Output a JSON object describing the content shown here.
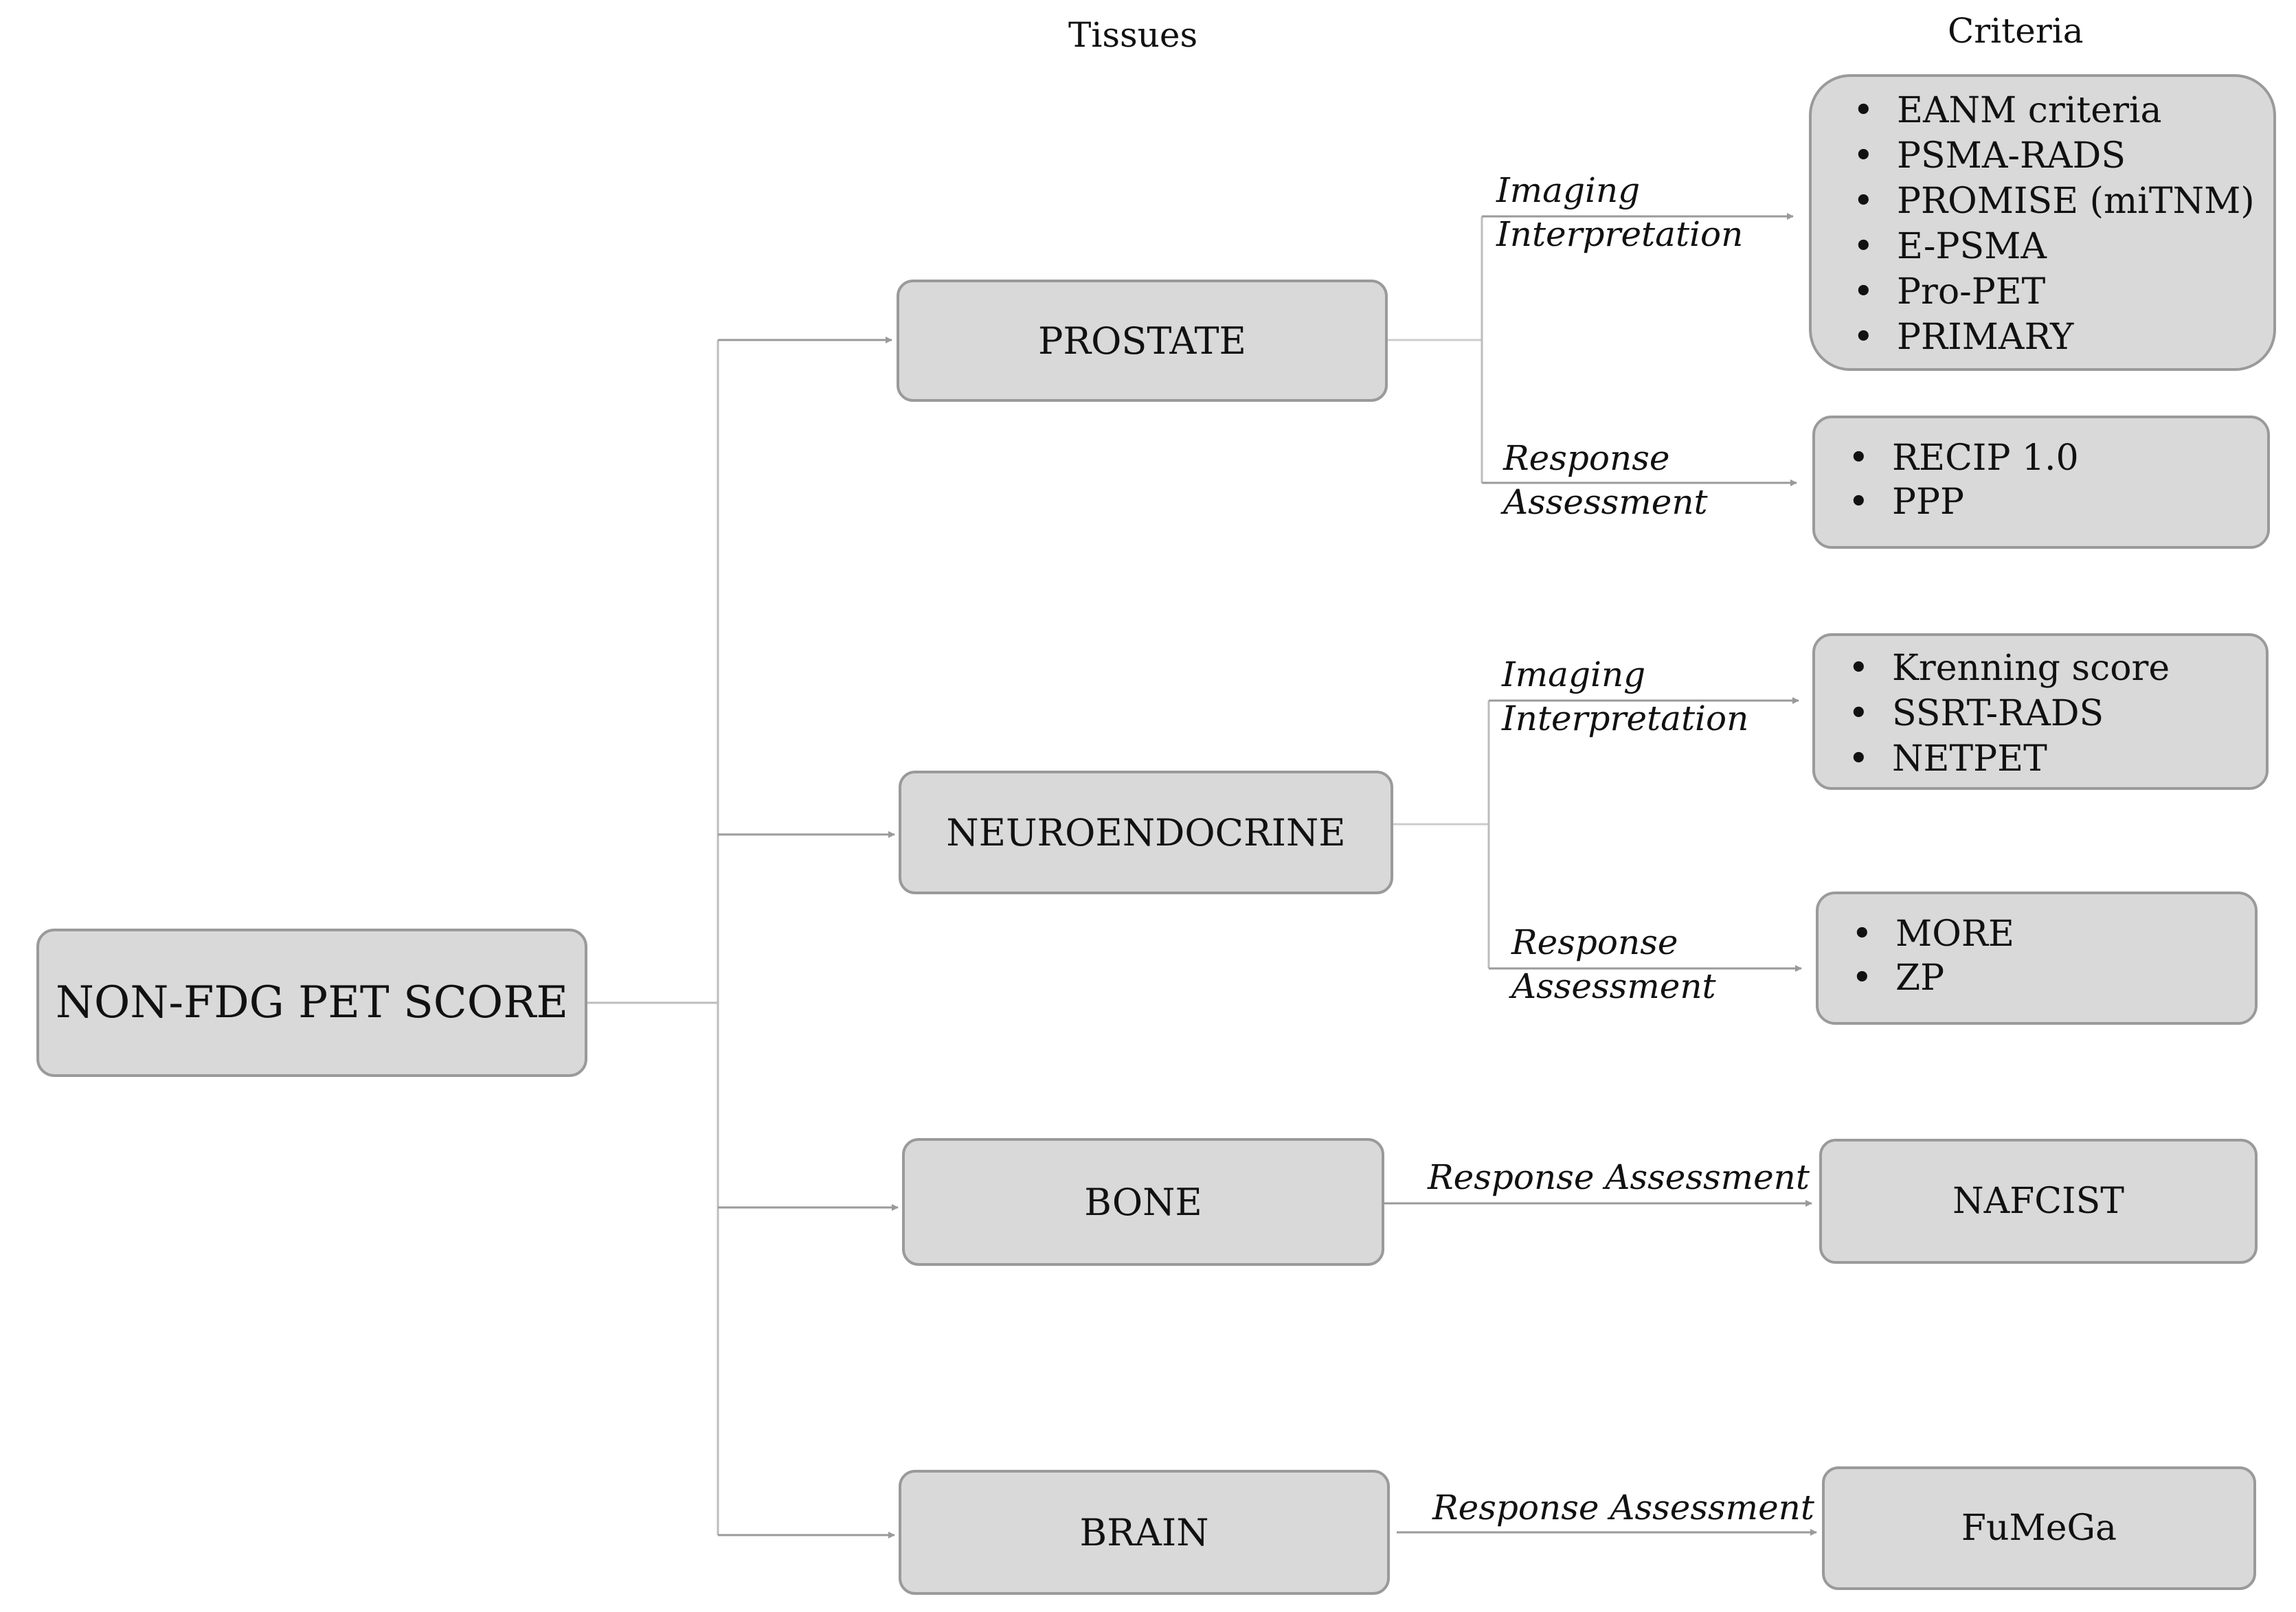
{
  "headers": {
    "tissues": "Tissues",
    "criteria": "Criteria"
  },
  "root": {
    "label": "NON-FDG PET SCORE"
  },
  "tissues": [
    {
      "label": "PROSTATE"
    },
    {
      "label": "NEUROENDOCRINE"
    },
    {
      "label": "BONE"
    },
    {
      "label": "BRAIN"
    }
  ],
  "assessments": {
    "prostate_imaging": [
      "Imaging",
      "Interpretation"
    ],
    "prostate_response": [
      "Response",
      "Assessment"
    ],
    "neuro_imaging": [
      "Imaging",
      "Interpretation"
    ],
    "neuro_response": [
      "Response",
      "Assessment"
    ],
    "bone_response": "Response Assessment",
    "brain_response": "Response Assessment"
  },
  "criteria": {
    "prostate_imaging": [
      "EANM criteria",
      "PSMA-RADS",
      "PROMISE (miTNM)",
      "E-PSMA",
      "Pro-PET",
      "PRIMARY"
    ],
    "prostate_response": [
      "RECIP 1.0",
      "PPP"
    ],
    "neuro_imaging": [
      "Krenning score",
      "SSRT-RADS",
      "NETPET"
    ],
    "neuro_response": [
      "MORE",
      "ZP"
    ],
    "bone_response": "NAFCIST",
    "brain_response": "FuMeGa"
  },
  "colors": {
    "box_fill": "#d9d9d9",
    "box_border": "#9a9a9a",
    "connector": "#b5b5b5",
    "arrow": "#9a9a9a"
  }
}
